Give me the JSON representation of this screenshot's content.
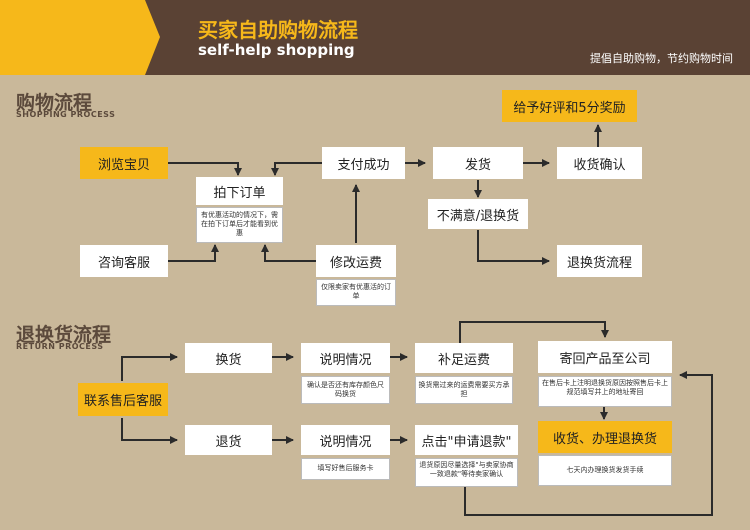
{
  "banner": {
    "title_cn": "买家自助购物流程",
    "title_en": "self-help shopping",
    "slogan": "提倡自助购物，节约购物时间"
  },
  "shopping": {
    "title": "购物流程",
    "subtitle": "SHOPPING PROCESS",
    "browse": "浏览宝贝",
    "inquire": "咨询客服",
    "order": "拍下订单",
    "order_note": "有优惠活动的情况下，需在拍下订单后才能看到优惠",
    "pay": "支付成功",
    "modify_freight": "修改运费",
    "modify_note": "仅限卖家有优惠活的订单",
    "ship": "发货",
    "receive": "收货确认",
    "rating": "给予好评和5分奖励",
    "unsatisfied": "不满意/退换货",
    "return_flow": "退换货流程"
  },
  "return": {
    "title": "退换货流程",
    "subtitle": "RETURN PROCESS",
    "contact": "联系售后客服",
    "exchange": "换货",
    "refund": "退货",
    "explain1": "说明情况",
    "explain1_note": "确认是否还有库存颜色尺码换货",
    "explain2": "说明情况",
    "explain2_note": "填写好售后服务卡",
    "pay_freight": "补足运费",
    "pay_freight_note": "换货需过来的运费需要买方承担",
    "apply_refund": "点击\"申请退款\"",
    "apply_refund_note": "退货原因尽量选择\"与卖家协商一致退款\"等待卖家确认",
    "send_back": "寄回产品至公司",
    "send_back_note": "在售后卡上注明退换货原因按照售后卡上规范填写并上的地址寄回",
    "process": "收货、办理退换货",
    "process_note": "七天内办理换货发货手续"
  }
}
